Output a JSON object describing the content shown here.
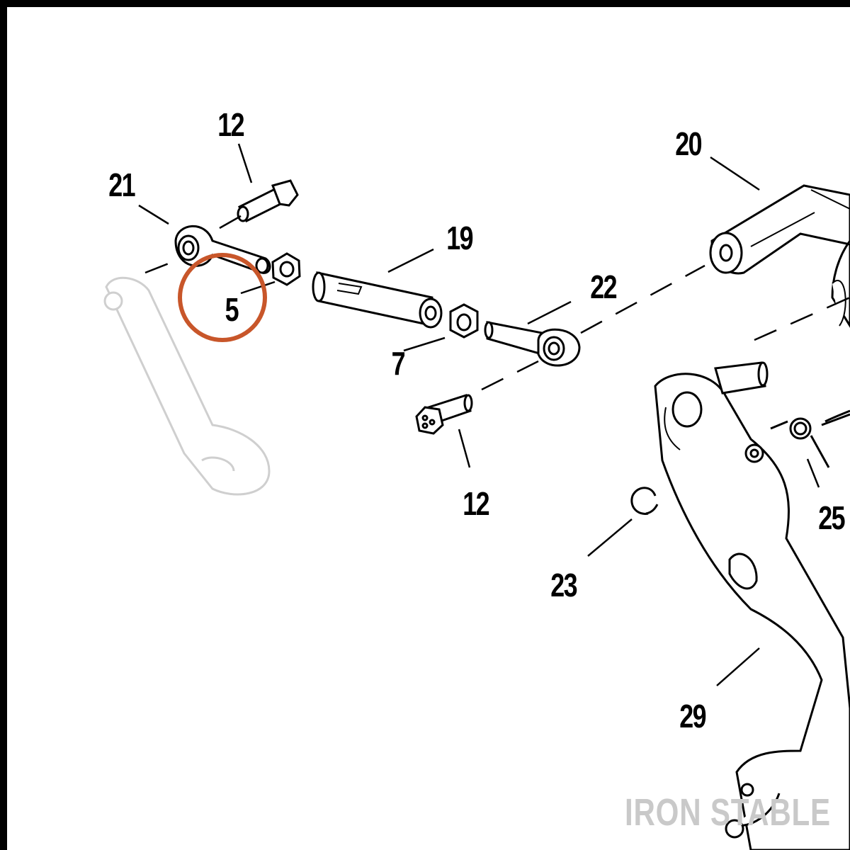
{
  "diagram": {
    "callouts": {
      "c12_top": "12",
      "c21": "21",
      "c5": "5",
      "c19": "19",
      "c20": "20",
      "c22": "22",
      "c7": "7",
      "c12_bottom": "12",
      "c23": "23",
      "c25": "25",
      "c29": "29"
    },
    "highlight_color": "#c8562a",
    "watermark": "IRON STABLE"
  }
}
